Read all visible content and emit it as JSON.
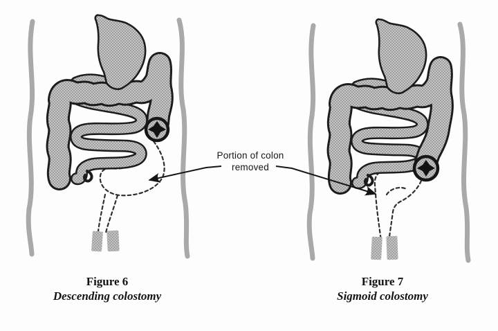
{
  "page": {
    "background": "#fdfdfd"
  },
  "center_label": {
    "line1": "Portion of colon",
    "line2": "removed"
  },
  "figures": [
    {
      "number": "Figure 6",
      "caption": "Descending colostomy"
    },
    {
      "number": "Figure 7",
      "caption": "Sigmoid colostomy"
    }
  ],
  "icons": {
    "stoma_marker": "four-point-star"
  },
  "colors": {
    "organ_fill_base": "#c6c6c6",
    "organ_fill_dot": "#8d8d8d",
    "outline": "#1c1c1c",
    "body_line": "#a9a9a9",
    "dashed_line": "#2f2f2f",
    "leg_bar": "#a0a0a0",
    "text": "#151515"
  }
}
